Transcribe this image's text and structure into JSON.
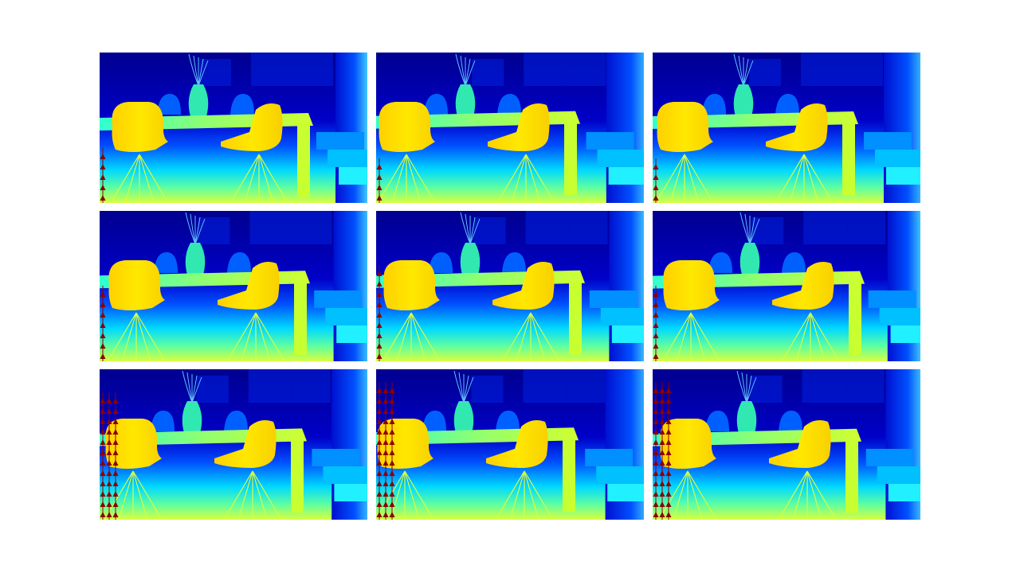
{
  "figure": {
    "description_free": true,
    "colormap": "jet",
    "colors": {
      "background": "#ffffff",
      "far": "#0000a0",
      "mid_far": "#0030e0",
      "mid": "#00c0ff",
      "mid_near": "#40ffc0",
      "near": "#ffe000",
      "marker": "#8b0000"
    },
    "panels": [
      {
        "shift": 0,
        "marker_cols": 1,
        "marker_rows": 5
      },
      {
        "shift": 12,
        "marker_cols": 1,
        "marker_rows": 4
      },
      {
        "shift": 10,
        "marker_cols": 1,
        "marker_rows": 4
      },
      {
        "shift": 4,
        "marker_cols": 1,
        "marker_rows": 7
      },
      {
        "shift": 6,
        "marker_cols": 1,
        "marker_rows": 9
      },
      {
        "shift": 2,
        "marker_cols": 1,
        "marker_rows": 7
      },
      {
        "shift": 8,
        "marker_cols": 3,
        "marker_rows": 12
      },
      {
        "shift": 14,
        "marker_cols": 3,
        "marker_rows": 13
      },
      {
        "shift": 6,
        "marker_cols": 3,
        "marker_rows": 13
      }
    ]
  }
}
